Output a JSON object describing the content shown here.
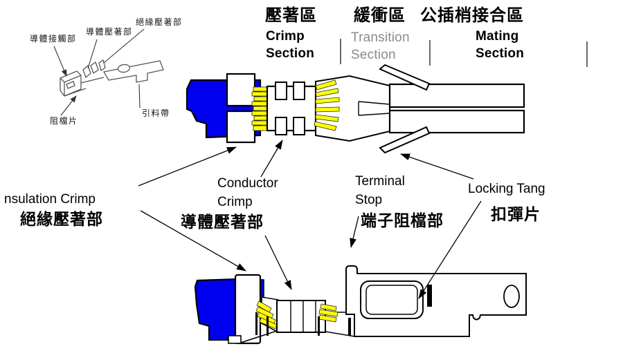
{
  "colors": {
    "background": "#FFFFFF",
    "wire_insulation_blue": "#0000F0",
    "wire_strand_yellow": "#FFFF00",
    "outline_black": "#000000",
    "muted_section_gray": "#8A8A8A"
  },
  "inset": {
    "labels": [
      {
        "text": "導體接觸部"
      },
      {
        "text": "導體壓著部"
      },
      {
        "text": "絕緣壓著部"
      },
      {
        "text": "阻檔片"
      },
      {
        "text": "引料帶"
      }
    ]
  },
  "sections": [
    {
      "zh": "壓著區",
      "en_line1": "Crimp",
      "en_line2": "Section"
    },
    {
      "zh": "緩衝區",
      "en_line1": "Transition",
      "en_line2": "Section"
    },
    {
      "zh": "公插梢接合區",
      "en_line1": "Mating",
      "en_line2": "Section"
    }
  ],
  "callouts": {
    "insulation_crimp": {
      "en": "nsulation Crimp",
      "zh": "絕緣壓著部"
    },
    "conductor_crimp": {
      "en_line1": "Conductor",
      "en_line2": "Crimp",
      "zh": "導體壓著部"
    },
    "terminal_stop": {
      "en_line1": "Terminal",
      "en_line2": "Stop",
      "zh": "端子阻檔部"
    },
    "locking_tang": {
      "en": "Locking Tang",
      "zh": "扣彈片"
    }
  }
}
